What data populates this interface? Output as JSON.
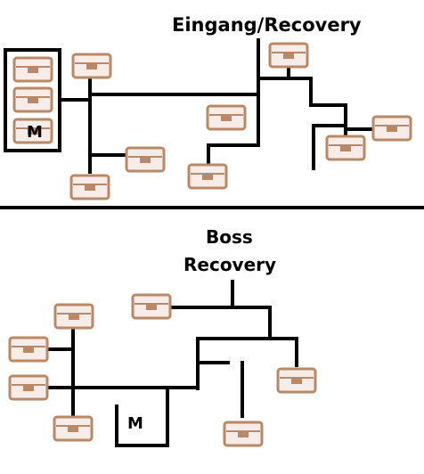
{
  "top_section": {
    "title": "Eingang/Recovery",
    "marker_label": "M"
  },
  "bottom_section": {
    "title_line1": "Boss",
    "title_line2": "Recovery",
    "marker_label": "M"
  },
  "colors": {
    "line": "#000000",
    "chest_fill": "#f7ece8",
    "chest_border": "#b98866",
    "chest_lock": "#b98866",
    "background": "#ffffff"
  },
  "icons": {
    "chest": "treasure-chest-icon"
  }
}
